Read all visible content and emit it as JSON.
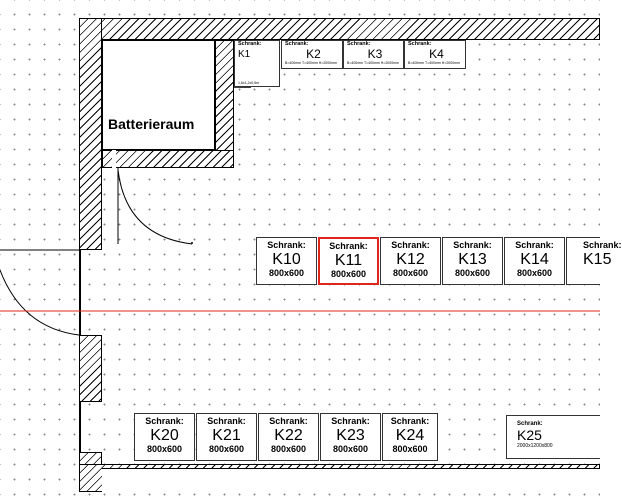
{
  "room": {
    "name": "Batterieraum"
  },
  "cabinet_label": "Schrank:",
  "small_cabinets": [
    {
      "name": "K1",
      "size": "1,6x1,2x0,5m"
    },
    {
      "name": "K2",
      "size": "B=400mm T=400mm H=2000mm"
    },
    {
      "name": "K3",
      "size": "B=400mm T=400mm H=2000mm"
    },
    {
      "name": "K4",
      "size": "B=400mm T=400mm H=2000mm"
    }
  ],
  "middle_row": [
    {
      "name": "K10",
      "size": "800x600"
    },
    {
      "name": "K11",
      "size": "800x600"
    },
    {
      "name": "K12",
      "size": "800x600"
    },
    {
      "name": "K13",
      "size": "800x600"
    },
    {
      "name": "K14",
      "size": "800x600"
    },
    {
      "name": "K15",
      "size": ""
    }
  ],
  "bottom_row": [
    {
      "name": "K20",
      "size": "800x600"
    },
    {
      "name": "K21",
      "size": "800x600"
    },
    {
      "name": "K22",
      "size": "800x600"
    },
    {
      "name": "K23",
      "size": "800x600"
    },
    {
      "name": "K24",
      "size": "800x600"
    }
  ],
  "large_cabinet": {
    "name": "K25",
    "size": "2000x1200x800"
  },
  "colors": {
    "selection": "#e0261b",
    "guide_line": "#e0261b",
    "wall": "#000000",
    "grid_dot": "#8a8a8a"
  }
}
